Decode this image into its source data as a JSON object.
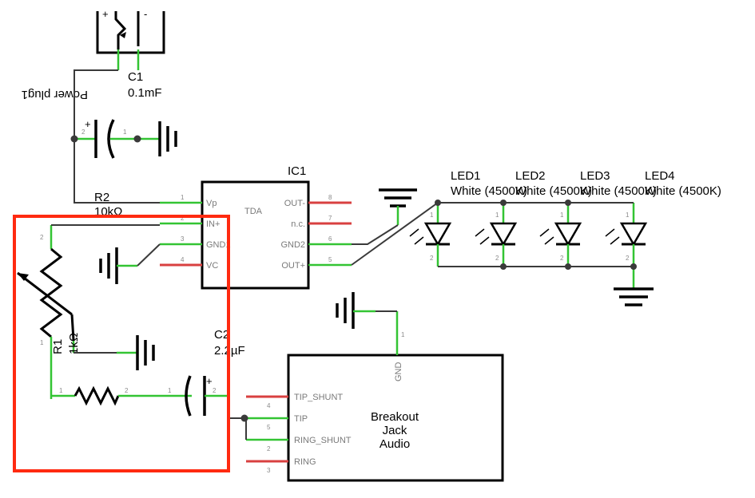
{
  "components": {
    "power_plug": {
      "label": "Power plug1",
      "plus": "+",
      "minus": "-"
    },
    "c1": {
      "name": "C1",
      "value": "0.1mF",
      "plus": "+"
    },
    "r2": {
      "name": "R2",
      "value": "10kΩ"
    },
    "ic1": {
      "name": "IC1",
      "center": "TDA",
      "pins_left": [
        "Vp",
        "IN+",
        "GND1",
        "VC"
      ],
      "pins_left_nums": [
        "1",
        "2",
        "3",
        "4"
      ],
      "pins_right": [
        "OUT-",
        "n.c.",
        "GND2",
        "OUT+"
      ],
      "pins_right_nums": [
        "8",
        "7",
        "6",
        "5"
      ]
    },
    "r1": {
      "name": "R1",
      "value": "1kΩ"
    },
    "c2": {
      "name": "C2",
      "value": "2.2µF",
      "plus": "+"
    },
    "jack": {
      "lines": [
        "Breakout",
        "Jack",
        "Audio"
      ],
      "gnd": "GND",
      "gnd_num": "1",
      "pins": [
        "TIP_SHUNT",
        "TIP",
        "RING_SHUNT",
        "RING"
      ],
      "pin_nums": [
        "4",
        "5",
        "2",
        "3"
      ]
    },
    "leds": [
      {
        "name": "LED1",
        "value": "White (4500K)"
      },
      {
        "name": "LED2",
        "value": "White (4500K)"
      },
      {
        "name": "LED3",
        "value": "White (4500K)"
      },
      {
        "name": "LED4",
        "value": "White (4500K)"
      }
    ]
  },
  "highlight": {
    "color": "#ff2a10"
  },
  "colors": {
    "pin_connected": "#33c433",
    "pin_unconnected": "#d94040",
    "wire": "#3a3a3a"
  }
}
